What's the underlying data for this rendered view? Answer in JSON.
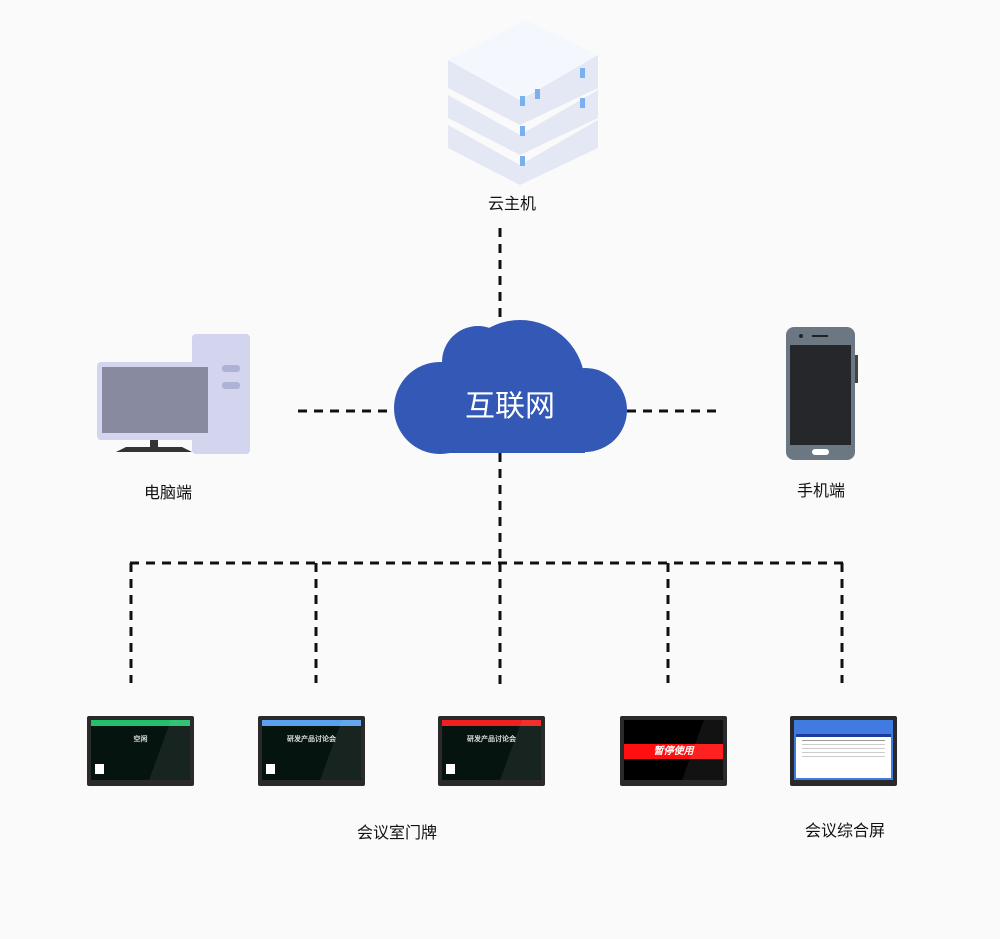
{
  "nodes": {
    "server": {
      "label": "云主机",
      "icon": "server-icon"
    },
    "internet": {
      "label": "互联网",
      "icon": "cloud-icon",
      "color": "#3358b5"
    },
    "pc": {
      "label": "电脑端",
      "icon": "desktop-computer-icon"
    },
    "mobile": {
      "label": "手机端",
      "icon": "smartphone-icon"
    },
    "door_signs": {
      "label": "会议室门牌"
    },
    "info_screen": {
      "label": "会议综合屏"
    }
  },
  "screens": [
    {
      "title": "空闲",
      "bar_color": "#22c06b"
    },
    {
      "title": "研发产品讨论会",
      "bar_color": "#5aa0f0"
    },
    {
      "title": "研发产品讨论会",
      "bar_color": "#f02020"
    },
    {
      "title": "暂停使用",
      "band_color": "#ff1010"
    },
    {
      "bar_color": "#3f7be0"
    }
  ]
}
